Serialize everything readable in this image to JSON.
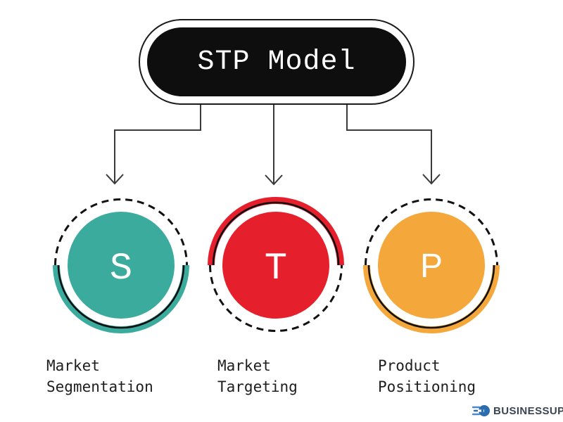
{
  "diagram": {
    "title": "STP Model",
    "pill_bg": "#0e0e0e",
    "pill_text_color": "#ffffff",
    "connector_color": "#3a3a3a",
    "ring_dash_color": "#111111",
    "nodes": [
      {
        "id": "segmentation",
        "letter": "S",
        "color": "#3aab9c",
        "label_line1": "Market",
        "label_line2": "Segmentation",
        "label": "Market Segmentation",
        "accent_arc": "bottom"
      },
      {
        "id": "targeting",
        "letter": "T",
        "color": "#e5202c",
        "label_line1": "Market",
        "label_line2": "Targeting",
        "label": "Market Targeting",
        "accent_arc": "top"
      },
      {
        "id": "positioning",
        "letter": "P",
        "color": "#f4a73b",
        "label_line1": "Product",
        "label_line2": "Positioning",
        "label": "Product Positioning",
        "accent_arc": "bottom"
      }
    ]
  },
  "branding": {
    "logo_text": "BUSINESSUP",
    "logo_icon": "speed-disc-icon",
    "logo_icon_color": "#2c6cb0",
    "logo_icon_accent": "#4d89c8",
    "logo_text_color": "#3b4552"
  }
}
